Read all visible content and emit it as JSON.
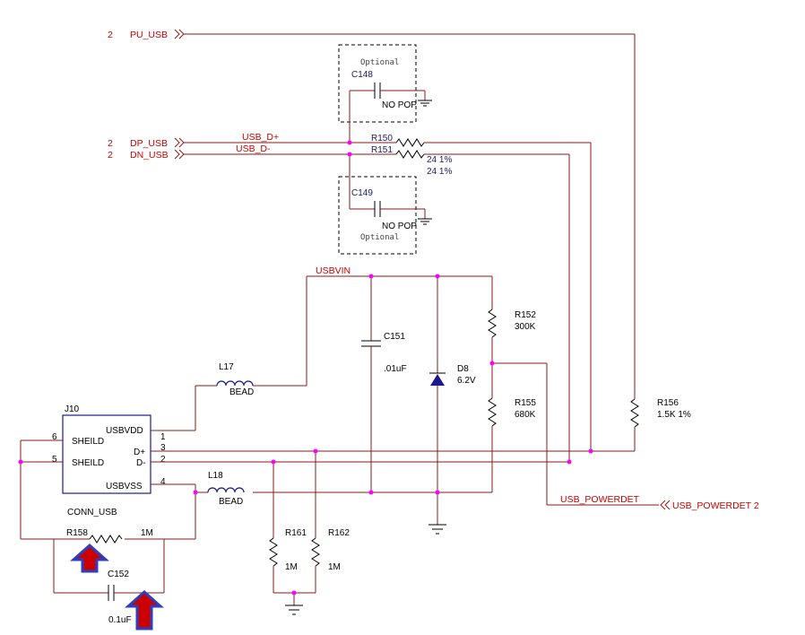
{
  "nets": {
    "pu_usb": {
      "num": "2",
      "name": "PU_USB"
    },
    "dp_usb": {
      "num": "2",
      "name": "DP_USB"
    },
    "dn_usb": {
      "num": "2",
      "name": "DN_USB"
    },
    "usb_dplus": "USB_D+",
    "usb_dminus": "USB_D-",
    "usbvin": "USBVIN",
    "usb_powerdet": "USB_POWERDET",
    "usb_powerdet_port": "USB_POWERDET 2"
  },
  "components": {
    "c148": {
      "ref": "C148",
      "val": "NO POP",
      "note": "Optional"
    },
    "c149": {
      "ref": "C149",
      "val": "NO POP",
      "note": "Optional"
    },
    "r150": {
      "ref": "R150",
      "val": "24 1%"
    },
    "r151": {
      "ref": "R151",
      "val": "24 1%"
    },
    "r152": {
      "ref": "R152",
      "val": "300K"
    },
    "r155": {
      "ref": "R155",
      "val": "680K"
    },
    "r156": {
      "ref": "R156",
      "val": "1.5K 1%"
    },
    "c151": {
      "ref": "C151",
      "val": ".01uF"
    },
    "d8": {
      "ref": "D8",
      "val": "6.2V"
    },
    "l17": {
      "ref": "L17",
      "val": "BEAD"
    },
    "l18": {
      "ref": "L18",
      "val": "BEAD"
    },
    "r158": {
      "ref": "R158",
      "val": "1M"
    },
    "c152": {
      "ref": "C152",
      "val": "0.1uF"
    },
    "r161": {
      "ref": "R161",
      "val": "1M"
    },
    "r162": {
      "ref": "R162",
      "val": "1M"
    },
    "j10": {
      "ref": "J10",
      "name": "CONN_USB",
      "pins": [
        {
          "label": "USBVDD",
          "num": "1"
        },
        {
          "label": "D+",
          "num": "3"
        },
        {
          "label": "D-",
          "num": "2"
        },
        {
          "label": "USBVSS",
          "num": "4"
        },
        {
          "label": "SHEILD",
          "num": "6"
        },
        {
          "label": "SHEILD",
          "num": "5"
        }
      ]
    }
  },
  "colors": {
    "wire": "#8b1a1a",
    "net_label": "#cc0000",
    "junction": "#ff00ff",
    "arrow": "#cc0000",
    "arrow_outline": "#2b3fbf"
  }
}
